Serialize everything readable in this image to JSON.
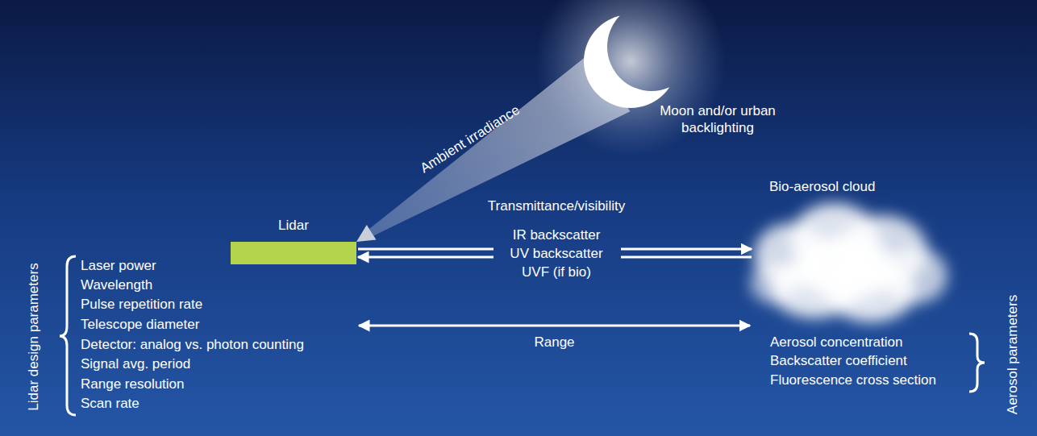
{
  "diagram": {
    "nodes": [
      {
        "text": [
          "Lidar"
        ]
      },
      {
        "text": [
          "Moon and/or urban backlighting"
        ]
      },
      {
        "text": [
          "Bio-aerosol cloud"
        ]
      }
    ],
    "edges": [
      {
        "from": 1,
        "to": 0,
        "arrow": "to",
        "label": "Ambient irradiance"
      },
      {
        "from": 0,
        "to": 2,
        "arrow": "to"
      },
      {
        "from": 2,
        "to": 0,
        "arrow": "to"
      },
      {
        "from": 0,
        "to": 2,
        "arrow": "both",
        "label": "Range"
      }
    ],
    "labels": [
      "Transmittance/visibility",
      "IR backscatter",
      "UV backscatter",
      "UVF (if bio)",
      "Lidar design parameters",
      "Laser power",
      "Wavelength",
      "Pulse repetition rate",
      "Telescope diameter",
      "Detector: analog vs. photon counting",
      "Signal avg. period",
      "Range resolution",
      "Scan rate",
      "Aerosol parameters",
      "Aerosol concentration",
      "Backscatter coefficient",
      "Fluorescence cross section"
    ]
  }
}
